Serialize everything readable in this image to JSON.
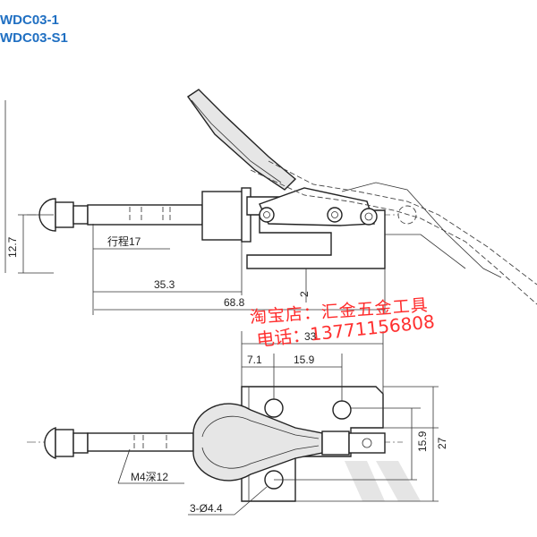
{
  "models": [
    "WDC03-1",
    "WDC03-S1"
  ],
  "dimensions": {
    "stroke": "行程17",
    "height_small": "12.7",
    "len_35": "35.3",
    "len_68": "68.8",
    "gap_2": "2",
    "width_33": "33",
    "width_7": "7.1",
    "width_15_top": "15.9",
    "height_15_side": "15.9",
    "height_27": "27",
    "thread": "M4深12",
    "holes": "3-Ø4.4"
  },
  "watermark": {
    "shop": "淘宝店：汇金五金工具",
    "phone": "电话：13771156808"
  },
  "colors": {
    "model_text": "#1f6fc2",
    "watermark": "#ff2a2a",
    "line": "#222222"
  }
}
